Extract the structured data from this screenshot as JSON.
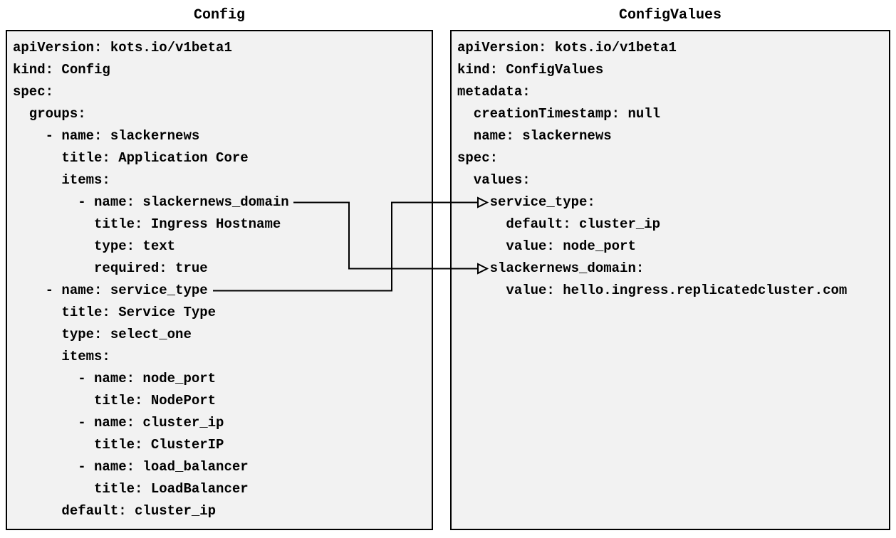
{
  "colors": {
    "page_background": "#ffffff",
    "panel_background": "#f2f2f2",
    "panel_border": "#000000",
    "text": "#000000",
    "arrow": "#000000"
  },
  "panels": [
    {
      "title": "Config",
      "lines": [
        "apiVersion: kots.io/v1beta1",
        "kind: Config",
        "spec:",
        "  groups:",
        "    - name: slackernews",
        "      title: Application Core",
        "      items:",
        "        - name: slackernews_domain",
        "          title: Ingress Hostname",
        "          type: text",
        "          required: true",
        "    - name: service_type",
        "      title: Service Type",
        "      type: select_one",
        "      items:",
        "        - name: node_port",
        "          title: NodePort",
        "        - name: cluster_ip",
        "          title: ClusterIP",
        "        - name: load_balancer",
        "          title: LoadBalancer",
        "      default: cluster_ip"
      ]
    },
    {
      "title": "ConfigValues",
      "lines": [
        "apiVersion: kots.io/v1beta1",
        "kind: ConfigValues",
        "metadata:",
        "  creationTimestamp: null",
        "  name: slackernews",
        "spec:",
        "  values:",
        "    service_type:",
        "      default: cluster_ip",
        "      value: node_port",
        "    slackernews_domain:",
        "      value: hello.ingress.replicatedcluster.com"
      ]
    }
  ],
  "arrows": [
    {
      "from": "Config item name: slackernews_domain",
      "to": "ConfigValues value key: slackernews_domain:"
    },
    {
      "from": "Config item name: service_type",
      "to": "ConfigValues value key: service_type:"
    }
  ]
}
